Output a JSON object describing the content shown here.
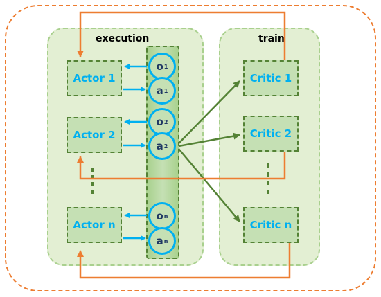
{
  "labels": {
    "execution": "execution",
    "train": "train"
  },
  "actors": [
    "Actor 1",
    "Actor 2",
    "Actor n"
  ],
  "critics": [
    "Critic 1",
    "Critic 2",
    "Critic n"
  ],
  "observations": [
    {
      "symbol": "o",
      "sub": "1"
    },
    {
      "symbol": "o",
      "sub": "2"
    },
    {
      "symbol": "o",
      "sub": "n"
    }
  ],
  "actions": [
    {
      "symbol": "a",
      "sub": "1"
    },
    {
      "symbol": "a",
      "sub": "2"
    },
    {
      "symbol": "a",
      "sub": "n"
    }
  ],
  "colors": {
    "outer_border": "#ed7d31",
    "panel_fill": "#e3efd3",
    "panel_border": "#a9d08e",
    "box_fill": "#c5e0b4",
    "box_border": "#548235",
    "text_blue": "#00b0f0",
    "arrow_blue": "#00b0f0",
    "arrow_green": "#548235",
    "arrow_orange": "#ed7d31"
  },
  "icons": [
    "vertical-ellipsis-icon"
  ]
}
